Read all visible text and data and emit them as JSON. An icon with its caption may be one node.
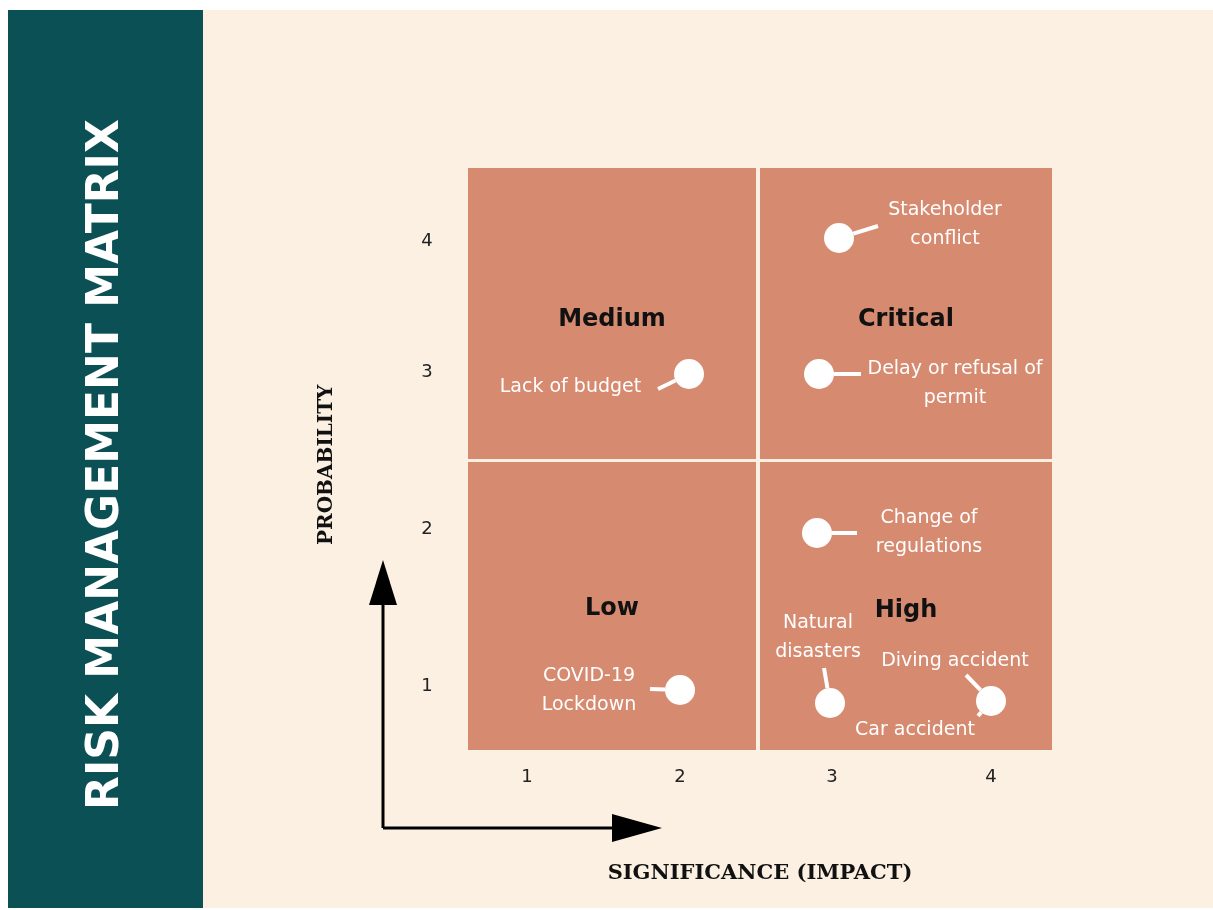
{
  "diagram": {
    "title": "RISK MANAGEMENT MATRIX",
    "nodes": [
      {
        "text": [
          "Medium"
        ]
      },
      {
        "text": [
          "Critical"
        ]
      },
      {
        "text": [
          "Low"
        ]
      },
      {
        "text": [
          "High"
        ]
      },
      {
        "text": [
          "Stakeholder conflict"
        ],
        "in": 1
      },
      {
        "text": [],
        "shape": "circle",
        "in": 1
      },
      {
        "text": [
          "Lack of budget"
        ],
        "in": 0
      },
      {
        "text": [],
        "shape": "circle",
        "in": 0
      },
      {
        "text": [
          "Delay or refusal of permit"
        ],
        "in": 1
      },
      {
        "text": [],
        "shape": "circle",
        "in": 1
      },
      {
        "text": [
          "Change of regulations"
        ],
        "in": 3
      },
      {
        "text": [],
        "shape": "circle",
        "in": 3
      },
      {
        "text": [
          "Natural disasters"
        ],
        "in": 3
      },
      {
        "text": [
          "Diving accident"
        ],
        "in": 3
      },
      {
        "text": [],
        "shape": "circle",
        "in": 3
      },
      {
        "text": [],
        "shape": "circle",
        "in": 3
      },
      {
        "text": [
          "Car accident"
        ],
        "in": 3
      },
      {
        "text": [
          "COVID-19 Lockdown"
        ],
        "in": 2
      },
      {
        "text": [],
        "shape": "circle",
        "in": 2
      }
    ],
    "edges": [
      {
        "from": 4,
        "to": 5,
        "arrow": "none"
      },
      {
        "from": 6,
        "to": 7,
        "arrow": "none"
      },
      {
        "from": 8,
        "to": 9,
        "arrow": "none"
      },
      {
        "from": 10,
        "to": 11,
        "arrow": "none"
      },
      {
        "from": 12,
        "to": 14,
        "arrow": "none"
      },
      {
        "from": 13,
        "to": 15,
        "arrow": "none"
      },
      {
        "from": 16,
        "to": 15,
        "arrow": "none"
      },
      {
        "from": 17,
        "to": 18,
        "arrow": "none"
      }
    ],
    "labels": [
      "4",
      "3",
      "2",
      "1",
      "1",
      "2",
      "3",
      "4",
      "PROBABILITY",
      "SIGNIFICANCE (IMPACT)"
    ]
  }
}
